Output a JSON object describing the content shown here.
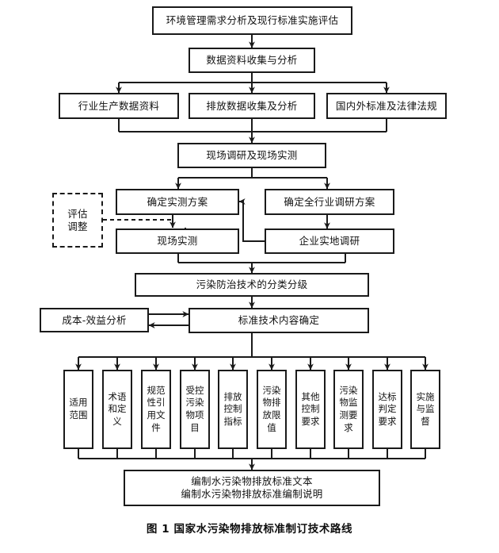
{
  "figure": {
    "caption": "图 1  国家水污染物排放标准制订技术路线",
    "type": "flowchart",
    "line_color": "#1a1a1a",
    "background": "#ffffff"
  },
  "nodes": {
    "need_analysis": "环境管理需求分析及现行标准实施评估",
    "data_collection": "数据资料收集与分析",
    "industry_production_data": "行业生产数据资料",
    "emission_data": "排放数据收集及分析",
    "standards_laws": "国内外标准及法律法规",
    "field_survey": "现场调研及现场实测",
    "determine_measure_plan": "确定实测方案",
    "determine_industry_survey_plan": "确定全行业调研方案",
    "onsite_measurement": "现场实测",
    "enterprise_site_survey": "企业实地调研",
    "evaluate_adjust": "评估\n调整",
    "tech_classification": "污染防治技术的分类分级",
    "cost_benefit": "成本-效益分析",
    "standard_content": "标准技术内容确定",
    "final_output": "编制水污染物排放标准文本\n编制水污染物排放标准编制说明"
  },
  "content_boxes": [
    {
      "id": "scope",
      "label": "适用范围"
    },
    {
      "id": "terms",
      "label": "术语和定义"
    },
    {
      "id": "normative-refs",
      "label": "规范性引用文件"
    },
    {
      "id": "controlled-pollutants",
      "label": "受控污染物项目"
    },
    {
      "id": "emission-control-index",
      "label": "排放控制指标"
    },
    {
      "id": "emission-limits",
      "label": "污染物排放限值"
    },
    {
      "id": "other-requirements",
      "label": "其他控制要求"
    },
    {
      "id": "monitoring-requirements",
      "label": "污染物监测要求"
    },
    {
      "id": "compliance-judgement",
      "label": "达标判定要求"
    },
    {
      "id": "implementation-supervision",
      "label": "实施与监督"
    }
  ]
}
